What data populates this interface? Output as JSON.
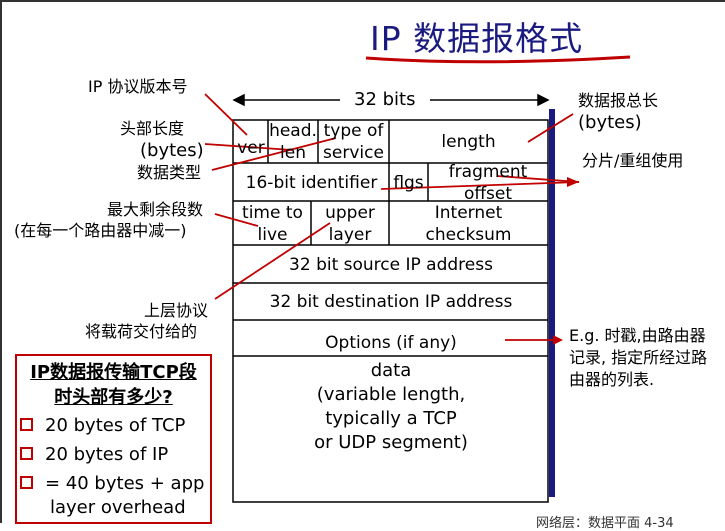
{
  "title": "IP 数据报格式",
  "bits_label": "32 bits",
  "labels_left": {
    "version": "IP 协议版本号",
    "head_len_1": "头部长度",
    "head_len_2": "(bytes)",
    "tos": "数据类型",
    "ttl_1": "最大剩余段数",
    "ttl_2": "(在每一个路由器中减一)",
    "upper_1": "上层协议",
    "upper_2": "将载荷交付给的"
  },
  "labels_right": {
    "total_1": "数据报总长",
    "total_2": "(bytes)",
    "frag": "分片/重组使用",
    "opt_1": "E.g. 时戳,由路由器",
    "opt_2": "记录, 指定所经过路",
    "opt_3": "由器的列表."
  },
  "fields": {
    "ver": "ver",
    "head_1": "head.",
    "head_2": "len",
    "tos_1": "type of",
    "tos_2": "service",
    "length": "length",
    "ident": "16-bit identifier",
    "flgs": "flgs",
    "frag_1": "fragment",
    "frag_2": "offset",
    "ttl_1": "time to",
    "ttl_2": "live",
    "upper_1": "upper",
    "upper_2": "layer",
    "chk_1": "Internet",
    "chk_2": "checksum",
    "src": "32 bit source IP address",
    "dst": "32 bit destination IP address",
    "options": "Options (if any)",
    "data_1": "data",
    "data_2": "(variable length,",
    "data_3": "typically a TCP",
    "data_4": "or UDP segment)"
  },
  "question": {
    "title_1": "IP数据报传输TCP段",
    "title_2": "时头部有多少?",
    "item_1": "20 bytes of TCP",
    "item_2": "20 bytes of IP",
    "item_3a": "= 40 bytes + app",
    "item_3b": "layer overhead"
  },
  "footer": "网络层：数据平面  4-34",
  "colors": {
    "title": "#1a1a80",
    "accent": "#c00000",
    "shadow": "#1a1a80"
  }
}
